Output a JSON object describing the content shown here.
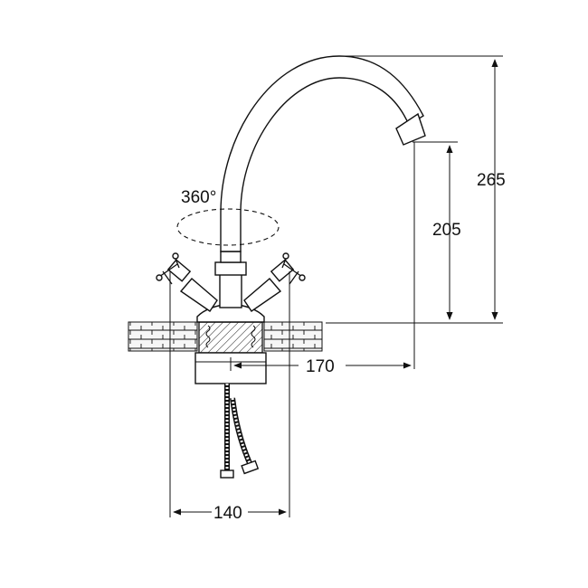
{
  "drawing": {
    "subject": "mixer-faucet-dimensions",
    "rotation_label": "360°",
    "dimensions": {
      "total_height": "265",
      "spout_height": "205",
      "spout_reach": "170",
      "handle_span": "140"
    }
  }
}
